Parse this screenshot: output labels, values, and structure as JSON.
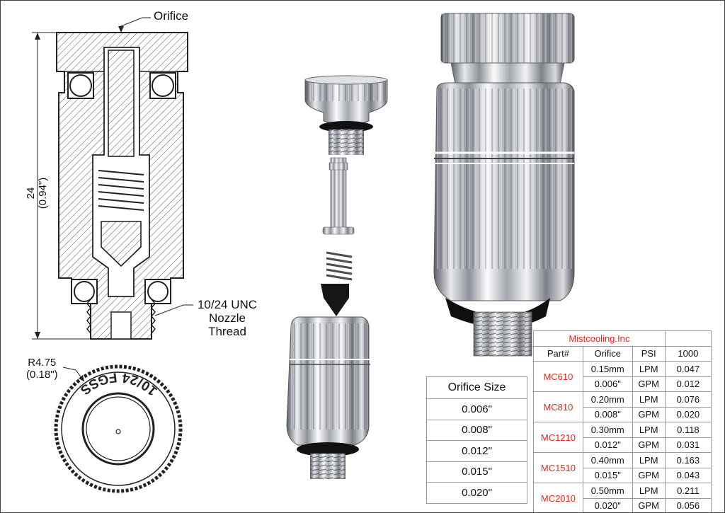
{
  "annotations": {
    "orifice": "Orifice",
    "height_mm": "24",
    "height_in": "(0.94\")",
    "thread_line1": "10/24 UNC",
    "thread_line2": "Nozzle",
    "thread_line3": "Thread",
    "radius_mm": "R4.75",
    "radius_in": "(0.18\")",
    "cap_engraving": "10/24 FGSS"
  },
  "orifice_table": {
    "header": "Orifice Size",
    "rows": [
      "0.006\"",
      "0.008\"",
      "0.012\"",
      "0.015\"",
      "0.020\""
    ]
  },
  "part_table": {
    "brand": "Mistcooling.Inc",
    "columns": [
      "Part#",
      "Orifice",
      "PSI",
      "1000"
    ],
    "parts": [
      {
        "part": "MC610",
        "orifice_mm": "0.15mm",
        "unit1": "LPM",
        "val1": "0.047",
        "orifice_in": "0.006\"",
        "unit2": "GPM",
        "val2": "0.012"
      },
      {
        "part": "MC810",
        "orifice_mm": "0.20mm",
        "unit1": "LPM",
        "val1": "0.076",
        "orifice_in": "0.008\"",
        "unit2": "GPM",
        "val2": "0.020"
      },
      {
        "part": "MC1210",
        "orifice_mm": "0.30mm",
        "unit1": "LPM",
        "val1": "0.118",
        "orifice_in": "0.012\"",
        "unit2": "GPM",
        "val2": "0.031"
      },
      {
        "part": "MC1510",
        "orifice_mm": "0.40mm",
        "unit1": "LPM",
        "val1": "0.163",
        "orifice_in": "0.015\"",
        "unit2": "GPM",
        "val2": "0.043"
      },
      {
        "part": "MC2010",
        "orifice_mm": "0.50mm",
        "unit1": "LPM",
        "val1": "0.211",
        "orifice_in": "0.020\"",
        "unit2": "GPM",
        "val2": "0.056"
      }
    ]
  },
  "colors": {
    "brand": "#e0281e",
    "metal_dark": "#6f737a",
    "metal_light": "#f4f5f7"
  }
}
